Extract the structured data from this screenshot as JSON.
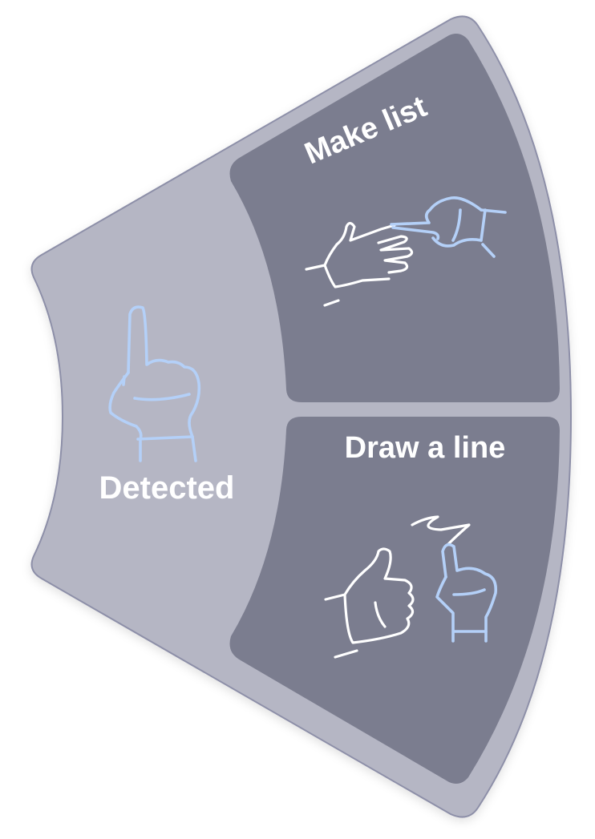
{
  "menu": {
    "current": {
      "label": "Detected",
      "icon": "pointing-finger-icon"
    },
    "options": [
      {
        "label": "Make list",
        "icon": "two-hands-pointing-icon"
      },
      {
        "label": "Draw a line",
        "icon": "thumbs-up-and-draw-icon"
      }
    ]
  },
  "colors": {
    "wheel_bg": "#b5b6c4",
    "wheel_border": "#8d8fa8",
    "panel_bg": "#7b7d8f",
    "accent_blue": "#b4d0f8",
    "text": "#ffffff"
  }
}
